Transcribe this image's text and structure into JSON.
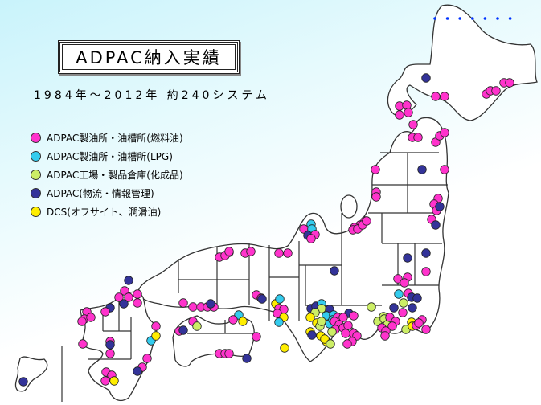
{
  "title": "ADPAC納入実績",
  "subtitle": "1984年～2012年  約240システム",
  "legend": [
    {
      "label": "ADPAC製油所・油槽所(燃料油)",
      "key": "fuel",
      "color": "#ff33cc"
    },
    {
      "label": "ADPAC製油所・油槽所(LPG)",
      "key": "lpg",
      "color": "#33ccee"
    },
    {
      "label": "ADPAC工場・製品倉庫(化成品)",
      "key": "chem",
      "color": "#ccee66"
    },
    {
      "label": "ADPAC(物流・情報管理)",
      "key": "logi",
      "color": "#333399"
    },
    {
      "label": "DCS(オフサイト、潤滑油)",
      "key": "dcs",
      "color": "#ffee00"
    }
  ],
  "colors": {
    "outline": "#333333",
    "kuril_dots": "#0033ff"
  }
}
